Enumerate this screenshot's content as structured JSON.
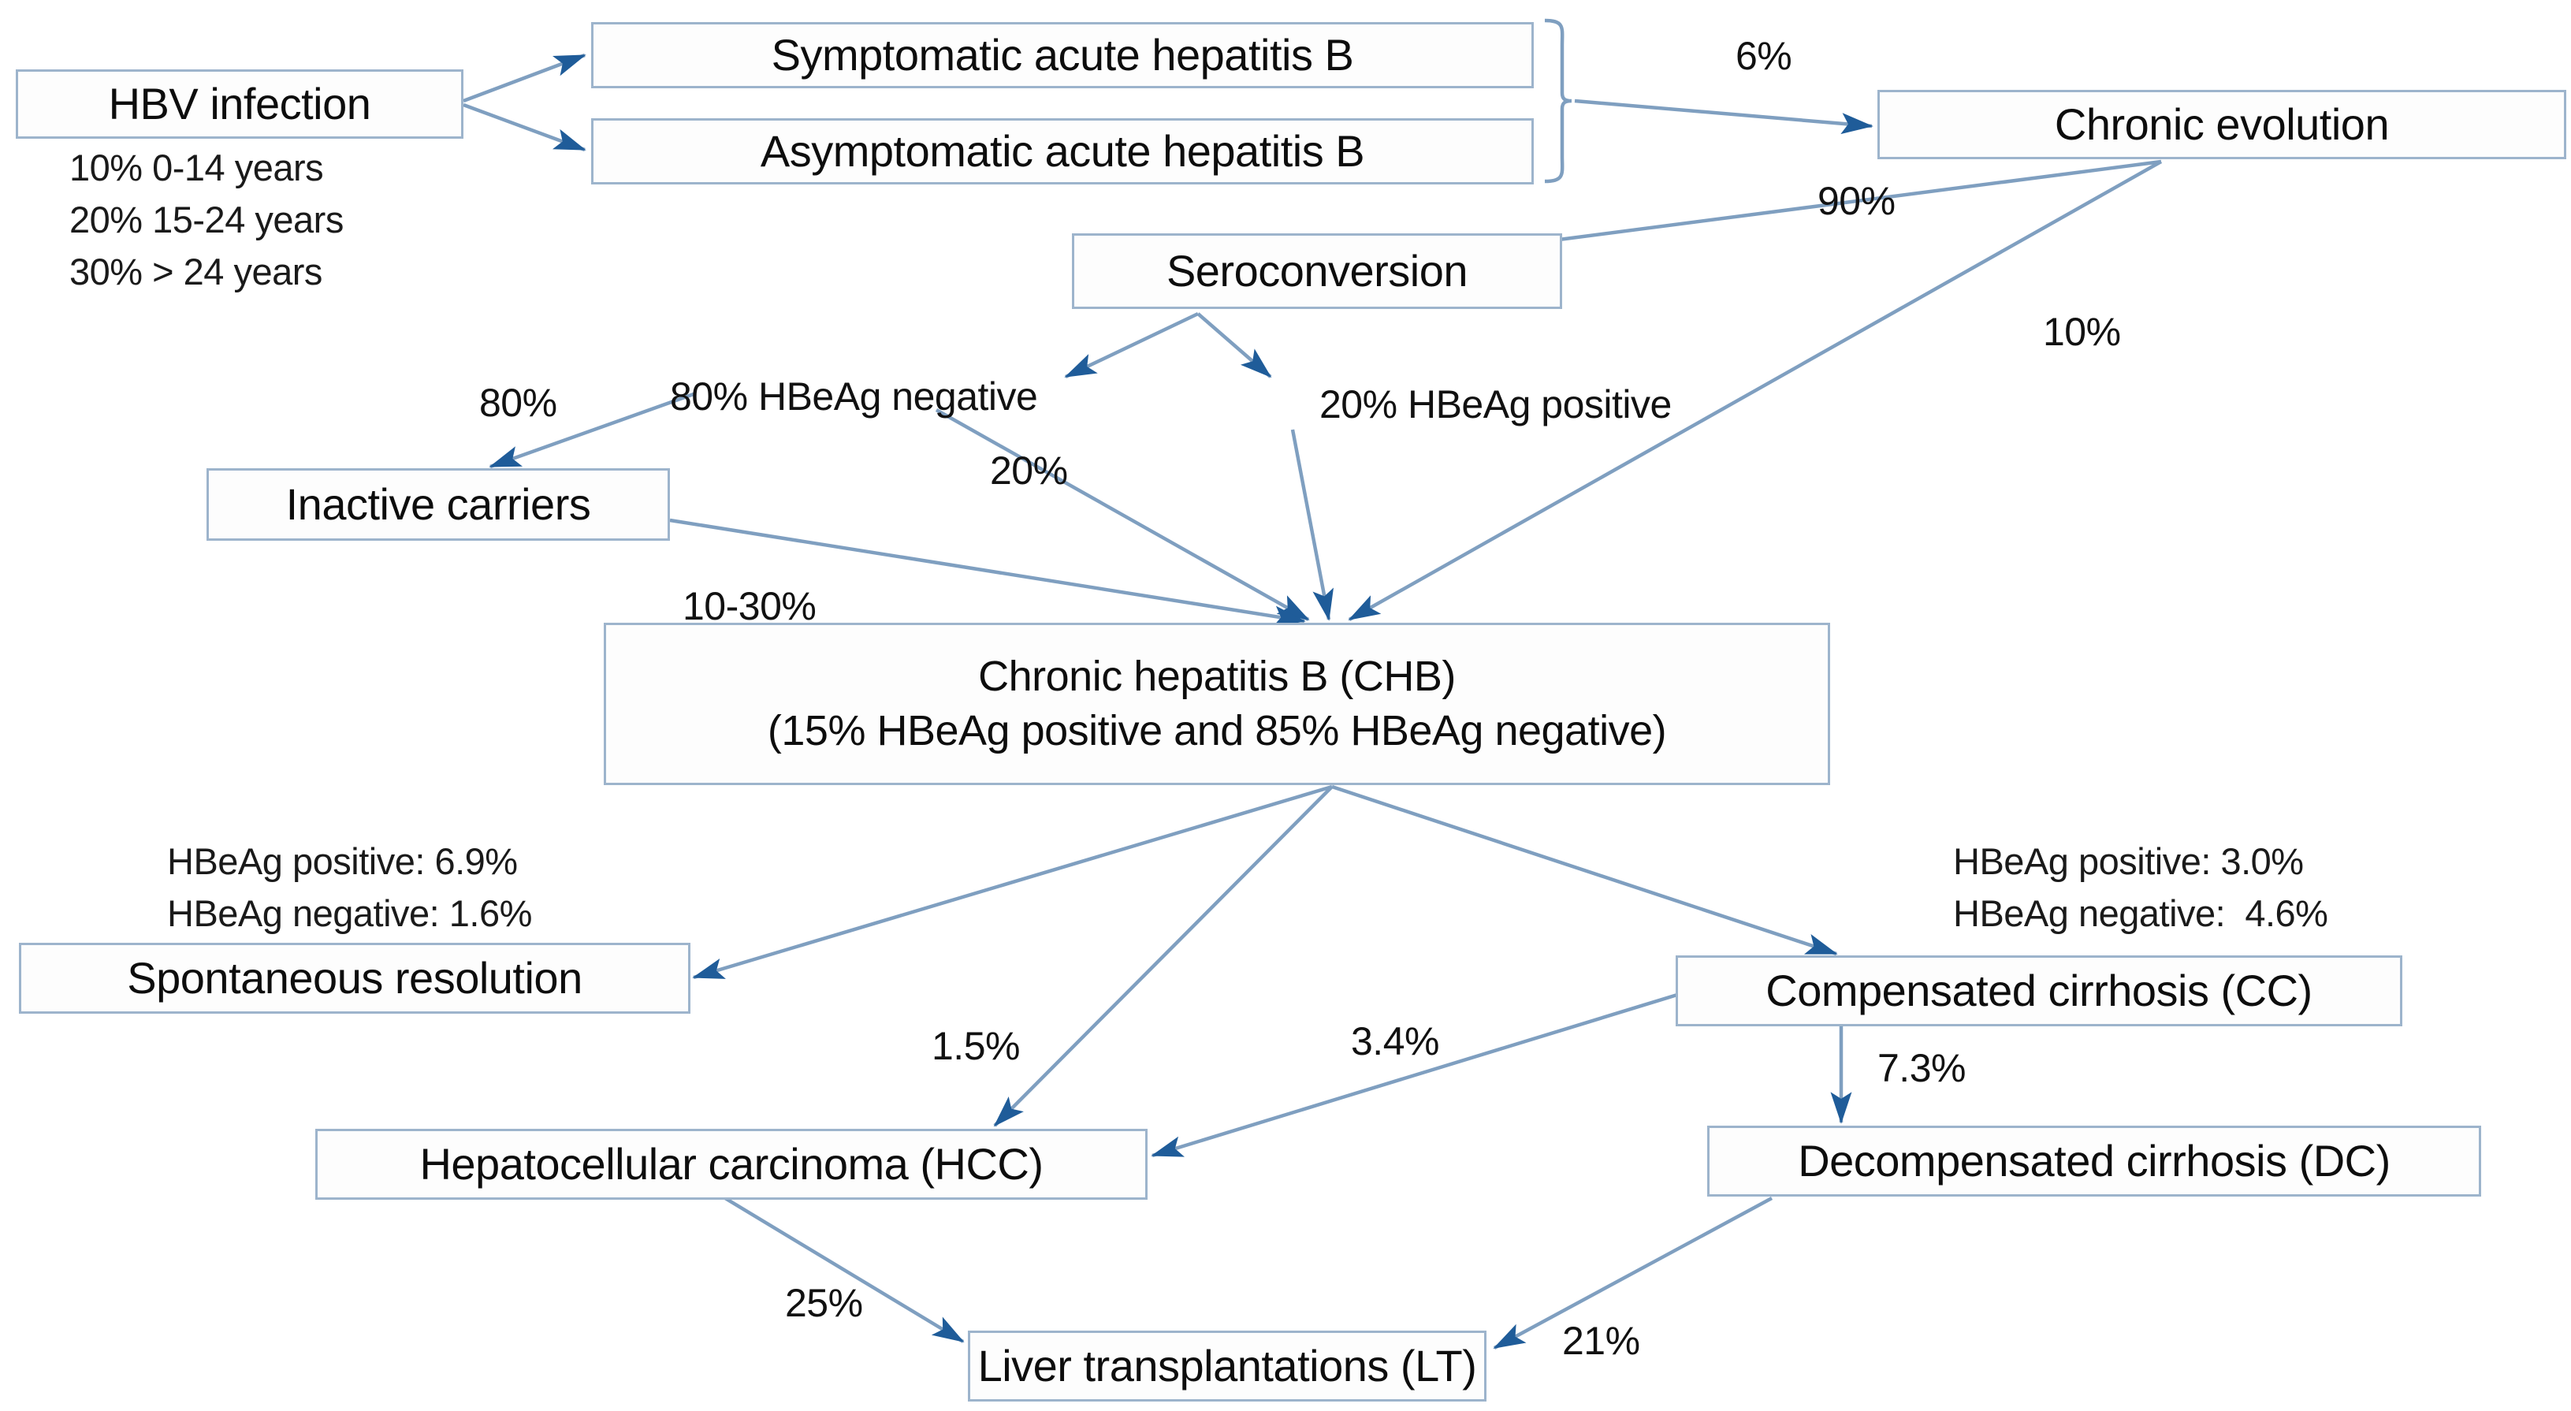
{
  "diagram": {
    "title": "Natural history of HBV infection flowchart",
    "colors": {
      "box_border": "#9db4cc",
      "box_fill": "#fdfdfd",
      "edge_line": "#7f9fc0",
      "arrow_head": "#1f5c99",
      "text": "#111111"
    },
    "nodes": [
      {
        "id": "hbv",
        "label": "HBV infection"
      },
      {
        "id": "sympt",
        "label": "Symptomatic acute hepatitis B"
      },
      {
        "id": "asympt",
        "label": "Asymptomatic acute hepatitis B"
      },
      {
        "id": "chronic",
        "label": "Chronic evolution"
      },
      {
        "id": "serocon",
        "label": "Seroconversion"
      },
      {
        "id": "inactive",
        "label": "Inactive carriers"
      },
      {
        "id": "chb",
        "label_line1": "Chronic hepatitis B (CHB)",
        "label_line2": "(15% HBeAg positive and 85% HBeAg negative)"
      },
      {
        "id": "spontaneous",
        "label": "Spontaneous resolution"
      },
      {
        "id": "cc",
        "label": "Compensated cirrhosis (CC)"
      },
      {
        "id": "hcc",
        "label": "Hepatocellular carcinoma (HCC)"
      },
      {
        "id": "dc",
        "label": "Decompensated cirrhosis (DC)"
      },
      {
        "id": "lt",
        "label": "Liver transplantations (LT)"
      }
    ],
    "notes": {
      "hbv_age_breakdown": "10% 0-14 years\n20% 15-24 years\n30% > 24 years",
      "spontaneous_rates": "HBeAg positive: 6.9%\nHBeAg negative: 1.6%",
      "cc_rates": "HBeAg positive: 3.0%\nHBeAg negative:  4.6%"
    },
    "free_labels": {
      "hbeag_negative_80": "80% HBeAg negative",
      "hbeag_positive_20": "20% HBeAg positive"
    },
    "edge_labels": {
      "acute_to_chronic": "6%",
      "chronic_to_serocon": "90%",
      "chronic_to_chb": "10%",
      "negative_to_inactive": "80%",
      "negative_to_chb": "20%",
      "inactive_to_chb": "10-30%",
      "chb_to_hcc": "1.5%",
      "cc_to_hcc": "3.4%",
      "cc_to_dc": "7.3%",
      "hcc_to_lt": "25%",
      "dc_to_lt": "21%"
    }
  }
}
